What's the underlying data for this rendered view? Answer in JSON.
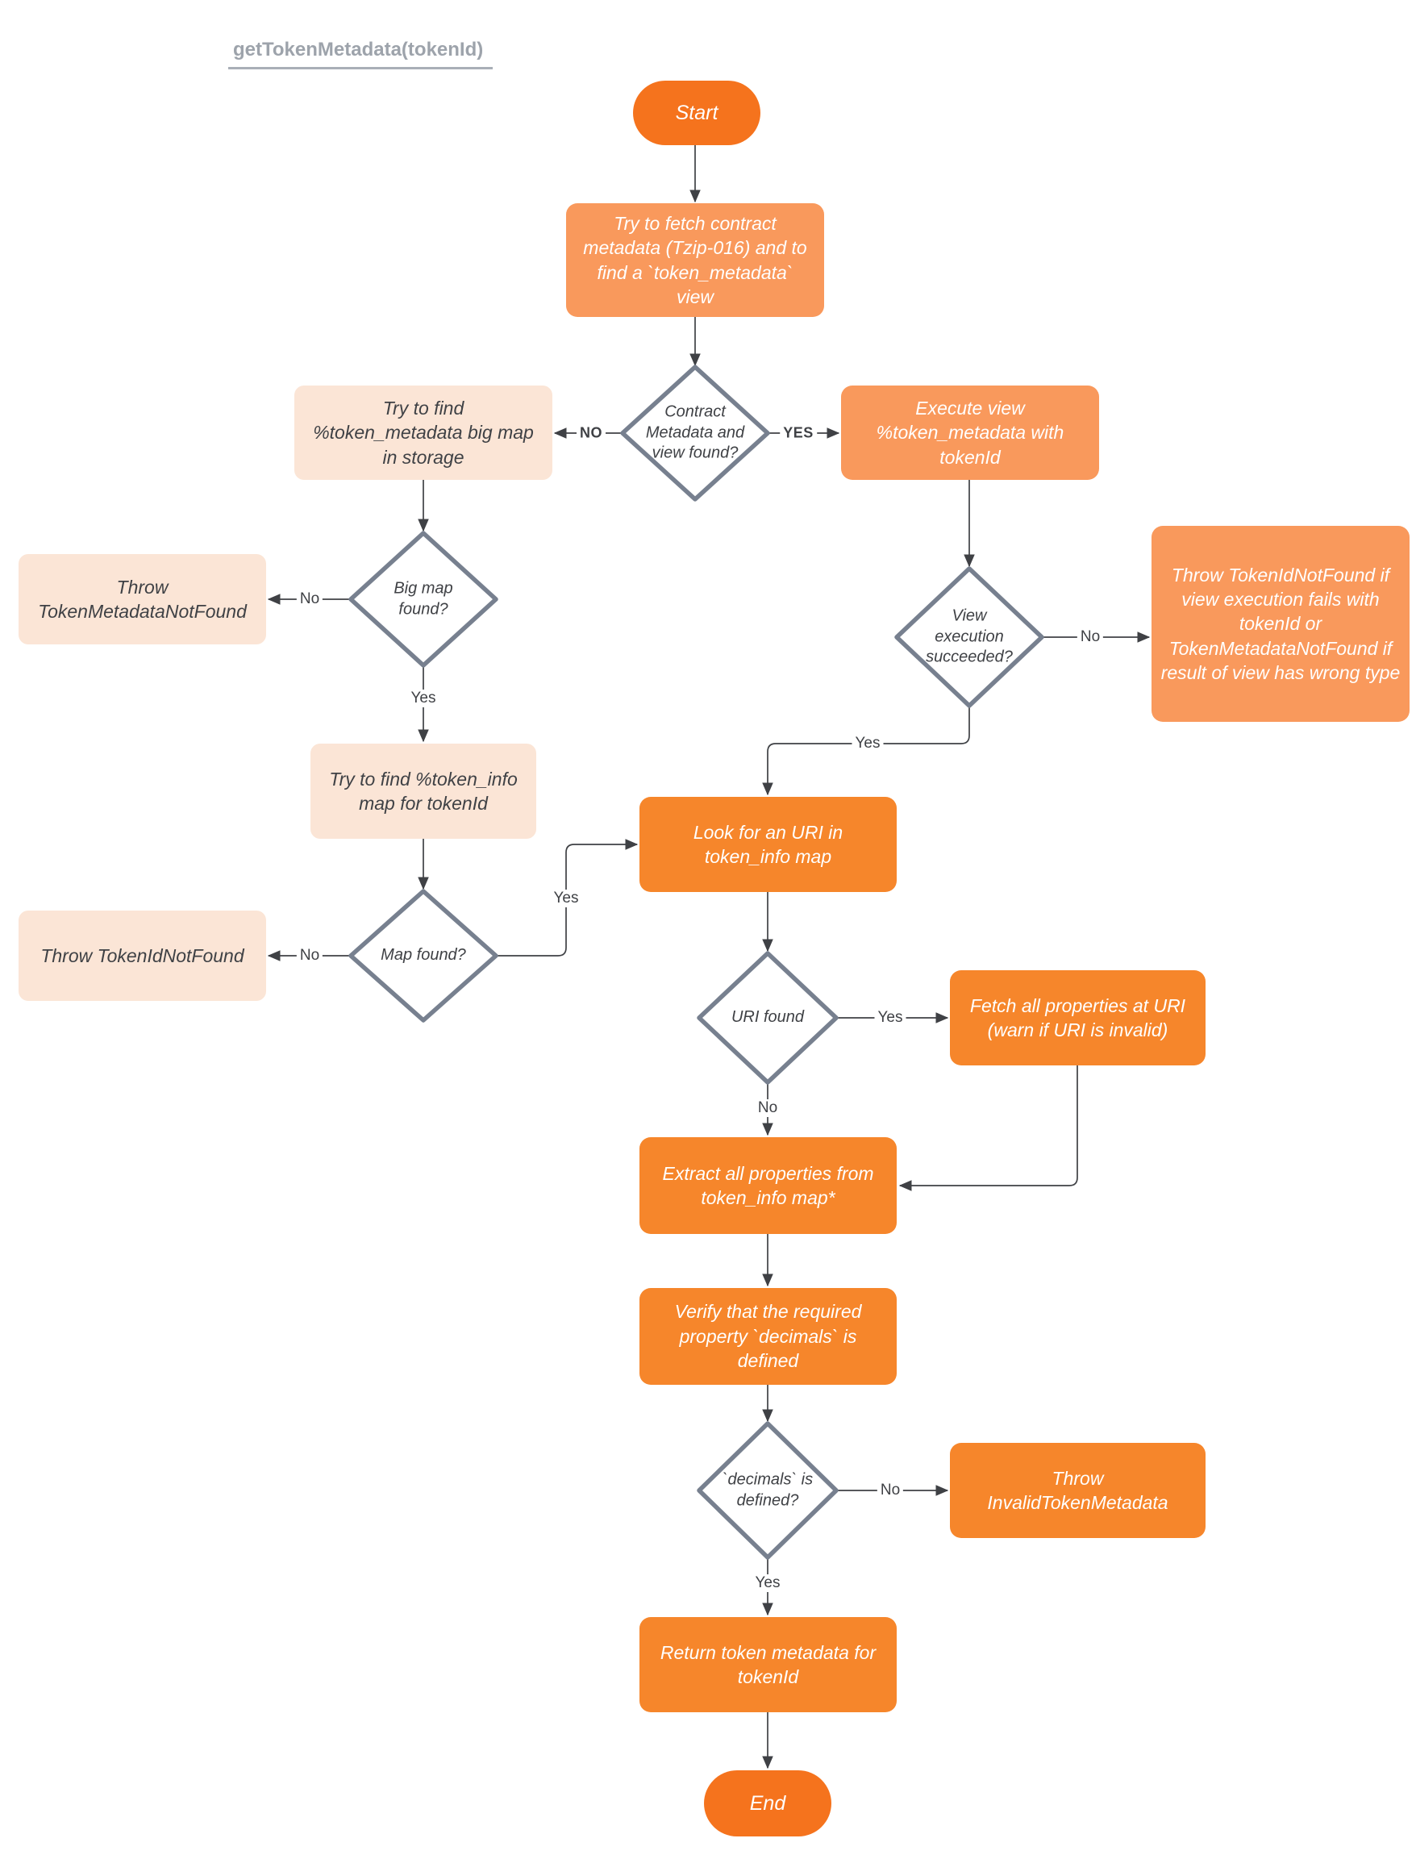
{
  "title": "getTokenMetadata(tokenId)",
  "colors": {
    "terminator_orange": "#F5731D",
    "process_orange": "#F6862B",
    "process_light_orange": "#F9995C",
    "process_pale_orange": "#FBE5D6",
    "diamond_border_gray": "#77808F",
    "edge_gray": "#3F4145",
    "title_gray": "#9DA3AB"
  },
  "nodes": {
    "start": {
      "label": "Start"
    },
    "fetch_contract_metadata": {
      "label": "Try to fetch contract metadata (Tzip-016) and to find a `token_metadata` view"
    },
    "contract_metadata_found": {
      "label": "Contract Metadata and view found?"
    },
    "find_token_metadata_big_map": {
      "label": "Try to find %token_metadata big map in storage"
    },
    "execute_view": {
      "label": "Execute view %token_metadata with tokenId"
    },
    "big_map_found": {
      "label": "Big map found?"
    },
    "throw_token_metadata_not_found": {
      "label": "Throw TokenMetadataNotFound"
    },
    "find_token_info_map": {
      "label": "Try to find %token_info map for tokenId"
    },
    "map_found": {
      "label": "Map found?"
    },
    "throw_token_id_not_found": {
      "label": "Throw TokenIdNotFound"
    },
    "view_execution_succeeded": {
      "label": "View execution succeeded?"
    },
    "throw_view_failure": {
      "label": "Throw TokenIdNotFound if view execution fails with tokenId or TokenMetadataNotFound if result of view has wrong type"
    },
    "look_for_uri": {
      "label": "Look for an URI in token_info map"
    },
    "uri_found": {
      "label": "URI found"
    },
    "fetch_properties_at_uri": {
      "label": "Fetch all properties at URI (warn if URI is invalid)"
    },
    "extract_properties": {
      "label": "Extract all properties from token_info map*"
    },
    "verify_decimals": {
      "label": "Verify that the required property `decimals` is defined"
    },
    "decimals_defined": {
      "label": "`decimals` is defined?"
    },
    "throw_invalid_token_metadata": {
      "label": "Throw InvalidTokenMetadata"
    },
    "return_token_metadata": {
      "label": "Return token metadata for tokenId"
    },
    "end": {
      "label": "End"
    }
  },
  "edge_labels": {
    "contract_no": "NO",
    "contract_yes": "YES",
    "big_map_no": "No",
    "big_map_yes": "Yes",
    "map_no": "No",
    "map_yes": "Yes",
    "view_no": "No",
    "view_yes": "Yes",
    "uri_yes": "Yes",
    "uri_no": "No",
    "decimals_no": "No",
    "decimals_yes": "Yes"
  }
}
